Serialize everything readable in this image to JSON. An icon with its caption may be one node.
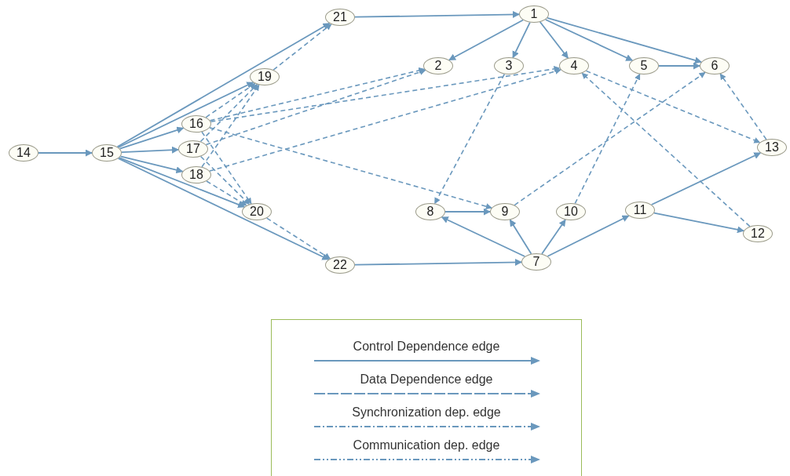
{
  "diagram": {
    "nodes": [
      {
        "text": [
          "1"
        ]
      },
      {
        "text": [
          "2"
        ]
      },
      {
        "text": [
          "3"
        ]
      },
      {
        "text": [
          "4"
        ]
      },
      {
        "text": [
          "5"
        ]
      },
      {
        "text": [
          "6"
        ]
      },
      {
        "text": [
          "7"
        ]
      },
      {
        "text": [
          "8"
        ]
      },
      {
        "text": [
          "9"
        ]
      },
      {
        "text": [
          "10"
        ]
      },
      {
        "text": [
          "11"
        ]
      },
      {
        "text": [
          "12"
        ]
      },
      {
        "text": [
          "13"
        ]
      },
      {
        "text": [
          "14"
        ]
      },
      {
        "text": [
          "15"
        ]
      },
      {
        "text": [
          "16"
        ]
      },
      {
        "text": [
          "17"
        ]
      },
      {
        "text": [
          "18"
        ]
      },
      {
        "text": [
          "19"
        ]
      },
      {
        "text": [
          "20"
        ]
      },
      {
        "text": [
          "21"
        ]
      },
      {
        "text": [
          "22"
        ]
      }
    ],
    "edges": [
      {
        "from": 13,
        "to": 14,
        "arrow": "to"
      },
      {
        "from": 14,
        "to": 20,
        "arrow": "to"
      },
      {
        "from": 14,
        "to": 18,
        "arrow": "to"
      },
      {
        "from": 14,
        "to": 15,
        "arrow": "to"
      },
      {
        "from": 14,
        "to": 16,
        "arrow": "to"
      },
      {
        "from": 14,
        "to": 17,
        "arrow": "to"
      },
      {
        "from": 14,
        "to": 19,
        "arrow": "to"
      },
      {
        "from": 14,
        "to": 21,
        "arrow": "to"
      },
      {
        "from": 20,
        "to": 0,
        "arrow": "to"
      },
      {
        "from": 21,
        "to": 6,
        "arrow": "to"
      },
      {
        "from": 0,
        "to": 1,
        "arrow": "to"
      },
      {
        "from": 0,
        "to": 2,
        "arrow": "to"
      },
      {
        "from": 0,
        "to": 3,
        "arrow": "to"
      },
      {
        "from": 0,
        "to": 4,
        "arrow": "to"
      },
      {
        "from": 0,
        "to": 5,
        "arrow": "to"
      },
      {
        "from": 4,
        "to": 5,
        "arrow": "to"
      },
      {
        "from": 6,
        "to": 7,
        "arrow": "to"
      },
      {
        "from": 6,
        "to": 8,
        "arrow": "to"
      },
      {
        "from": 6,
        "to": 9,
        "arrow": "to"
      },
      {
        "from": 6,
        "to": 10,
        "arrow": "to"
      },
      {
        "from": 7,
        "to": 8,
        "arrow": "to"
      },
      {
        "from": 10,
        "to": 12,
        "arrow": "to"
      },
      {
        "from": 10,
        "to": 11,
        "arrow": "to"
      },
      {
        "from": 18,
        "to": 20,
        "arrow": "to",
        "style": "dashed"
      },
      {
        "from": 15,
        "to": 18,
        "arrow": "to",
        "style": "dashed"
      },
      {
        "from": 16,
        "to": 18,
        "arrow": "to",
        "style": "dashed"
      },
      {
        "from": 17,
        "to": 18,
        "arrow": "to",
        "style": "dashed"
      },
      {
        "from": 15,
        "to": 19,
        "arrow": "to",
        "style": "dashed"
      },
      {
        "from": 16,
        "to": 19,
        "arrow": "to",
        "style": "dashed"
      },
      {
        "from": 17,
        "to": 19,
        "arrow": "to",
        "style": "dashed"
      },
      {
        "from": 19,
        "to": 21,
        "arrow": "to",
        "style": "dashed"
      },
      {
        "from": 15,
        "to": 1,
        "arrow": "to",
        "style": "dashed"
      },
      {
        "from": 16,
        "to": 1,
        "arrow": "to",
        "style": "dashed"
      },
      {
        "from": 15,
        "to": 3,
        "arrow": "to",
        "style": "dashed"
      },
      {
        "from": 17,
        "to": 3,
        "arrow": "to",
        "style": "dashed"
      },
      {
        "from": 15,
        "to": 8,
        "arrow": "to",
        "style": "dashed"
      },
      {
        "from": 2,
        "to": 7,
        "arrow": "to",
        "style": "dashed"
      },
      {
        "from": 3,
        "to": 12,
        "arrow": "to",
        "style": "dashed"
      },
      {
        "from": 11,
        "to": 3,
        "arrow": "to",
        "style": "dashed"
      },
      {
        "from": 9,
        "to": 4,
        "arrow": "to",
        "style": "dashed"
      },
      {
        "from": 8,
        "to": 5,
        "arrow": "to",
        "style": "dashed"
      },
      {
        "from": 12,
        "to": 5,
        "arrow": "to",
        "style": "dashed"
      }
    ],
    "legend": [
      {
        "text": "Control Dependence edge"
      },
      {
        "text": "Data Dependence edge"
      },
      {
        "text": "Synchronization dep. edge"
      },
      {
        "text": "Communication dep. edge"
      }
    ]
  }
}
